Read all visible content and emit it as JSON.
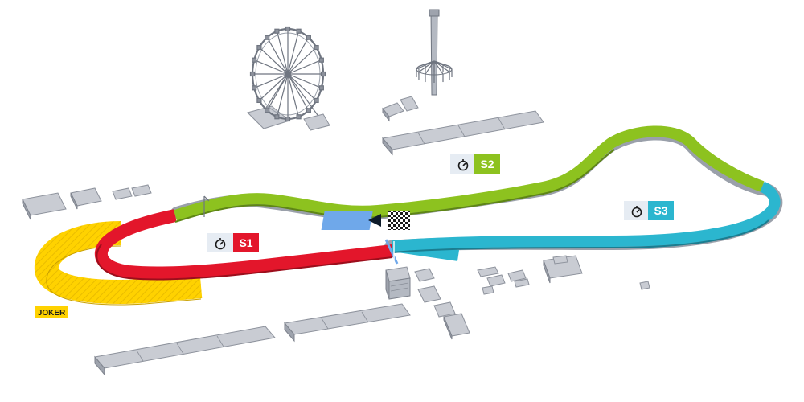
{
  "sectors": [
    {
      "id": "S1",
      "label": "S1",
      "color": "#e3162b"
    },
    {
      "id": "S2",
      "label": "S2",
      "color": "#8dc21f"
    },
    {
      "id": "S3",
      "label": "S3",
      "color": "#2bb6cf"
    }
  ],
  "joker": {
    "label": "JOKER",
    "color": "#ffd200"
  },
  "icons": {
    "timer": "stopwatch-icon",
    "start_finish": "checkered-flag-icon",
    "direction": "direction-arrow-icon"
  },
  "colors": {
    "label_bg": "#e6ecf3",
    "direction_arrow_bg": "#6fa8ea",
    "building": "#c9ccd3"
  }
}
